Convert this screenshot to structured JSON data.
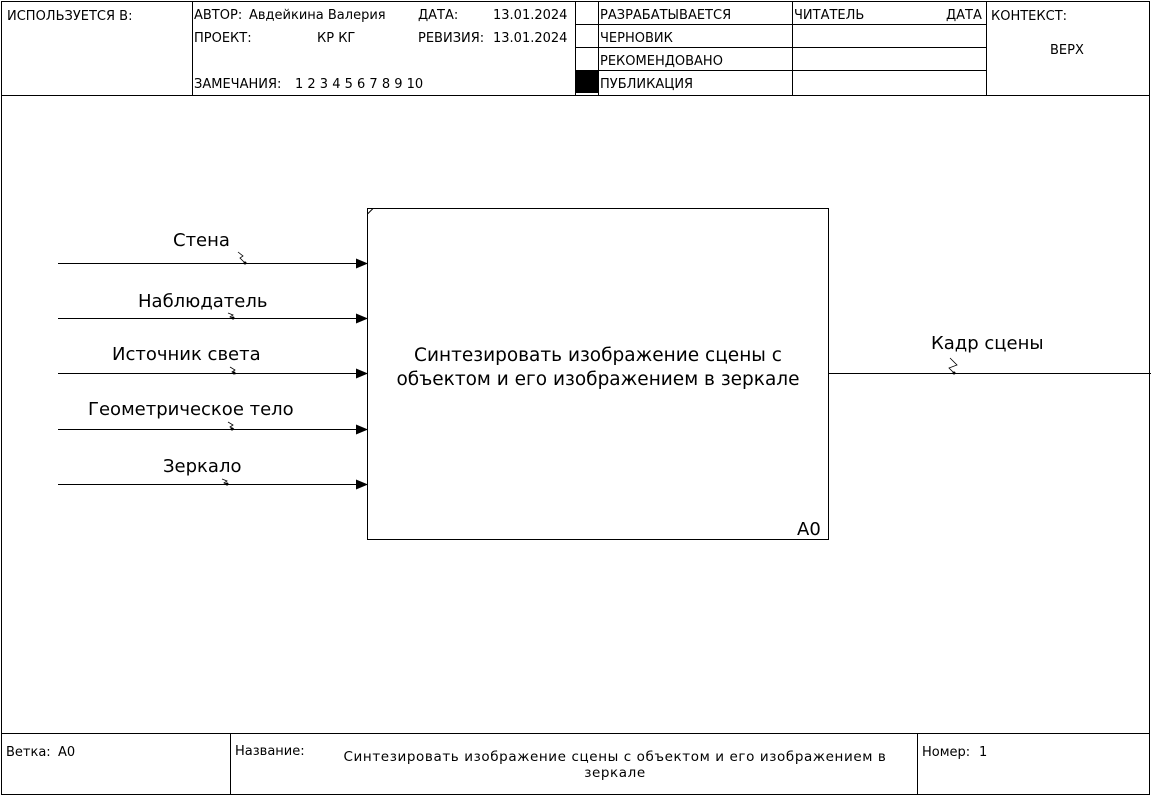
{
  "header": {
    "used_in_label": "ИСПОЛЬЗУЕТСЯ В:",
    "author_label": "АВТОР:",
    "author_value": "Авдейкина Валерия",
    "date_label": "ДАТА:",
    "date_value": "13.01.2024",
    "project_label": "ПРОЕКТ:",
    "project_value": "КР КГ",
    "revision_label": "РЕВИЗИЯ:",
    "revision_value": "13.01.2024",
    "notes_label": "ЗАМЕЧАНИЯ:",
    "notes_value": "1 2 3 4 5 6 7 8 9 10",
    "status": [
      "РАЗРАБАТЫВАЕТСЯ",
      "ЧЕРНОВИК",
      "РЕКОМЕНДОВАНО",
      "ПУБЛИКАЦИЯ"
    ],
    "status_selected_index": 3,
    "reader_label": "ЧИТАТЕЛЬ",
    "reader_date_label": "ДАТА",
    "context_label": "КОНТЕКСТ:",
    "context_value": "ВЕРХ"
  },
  "diagram": {
    "box_title": "Синтезировать изображение сцены с объектом и его изображением в зеркале",
    "box_id": "A0",
    "inputs": [
      "Стена",
      "Наблюдатель",
      "Источник света",
      "Геометрическое тело",
      "Зеркало"
    ],
    "outputs": [
      "Кадр сцены"
    ]
  },
  "footer": {
    "node_label": "Ветка:",
    "node_value": "A0",
    "title_label": "Название:",
    "title_value": "Синтезировать изображение сцены с объектом и его изображением в зеркале",
    "number_label": "Номер:",
    "number_value": "1"
  }
}
